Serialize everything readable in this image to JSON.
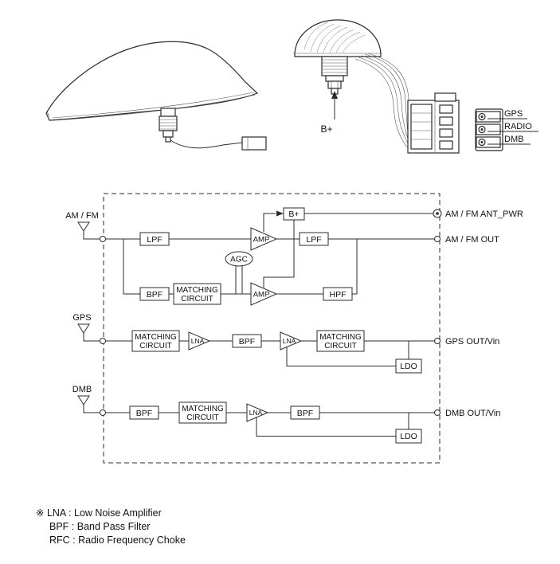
{
  "illustration": {
    "b_plus_label": "B+",
    "connector_labels": [
      "GPS",
      "RADIO",
      "DMB"
    ]
  },
  "diagram": {
    "antenna_inputs": [
      "AM / FM",
      "GPS",
      "DMB"
    ],
    "outputs": [
      "AM / FM ANT_PWR",
      "AM / FM OUT",
      "GPS OUT/Vin",
      "DMB OUT/Vin"
    ],
    "blocks": {
      "lpf": "LPF",
      "bpf": "BPF",
      "hpf": "HPF",
      "amp": "AMP",
      "lna": "LNA",
      "ldo": "LDO",
      "agc": "AGC",
      "b_plus": "B+",
      "matching_line1": "MATCHING",
      "matching_line2": "CIRCUIT"
    }
  },
  "legend": {
    "line1": "※ LNA : Low Noise Amplifier",
    "line2": "BPF : Band Pass Filter",
    "line3": "RFC : Radio Frequency Choke"
  }
}
